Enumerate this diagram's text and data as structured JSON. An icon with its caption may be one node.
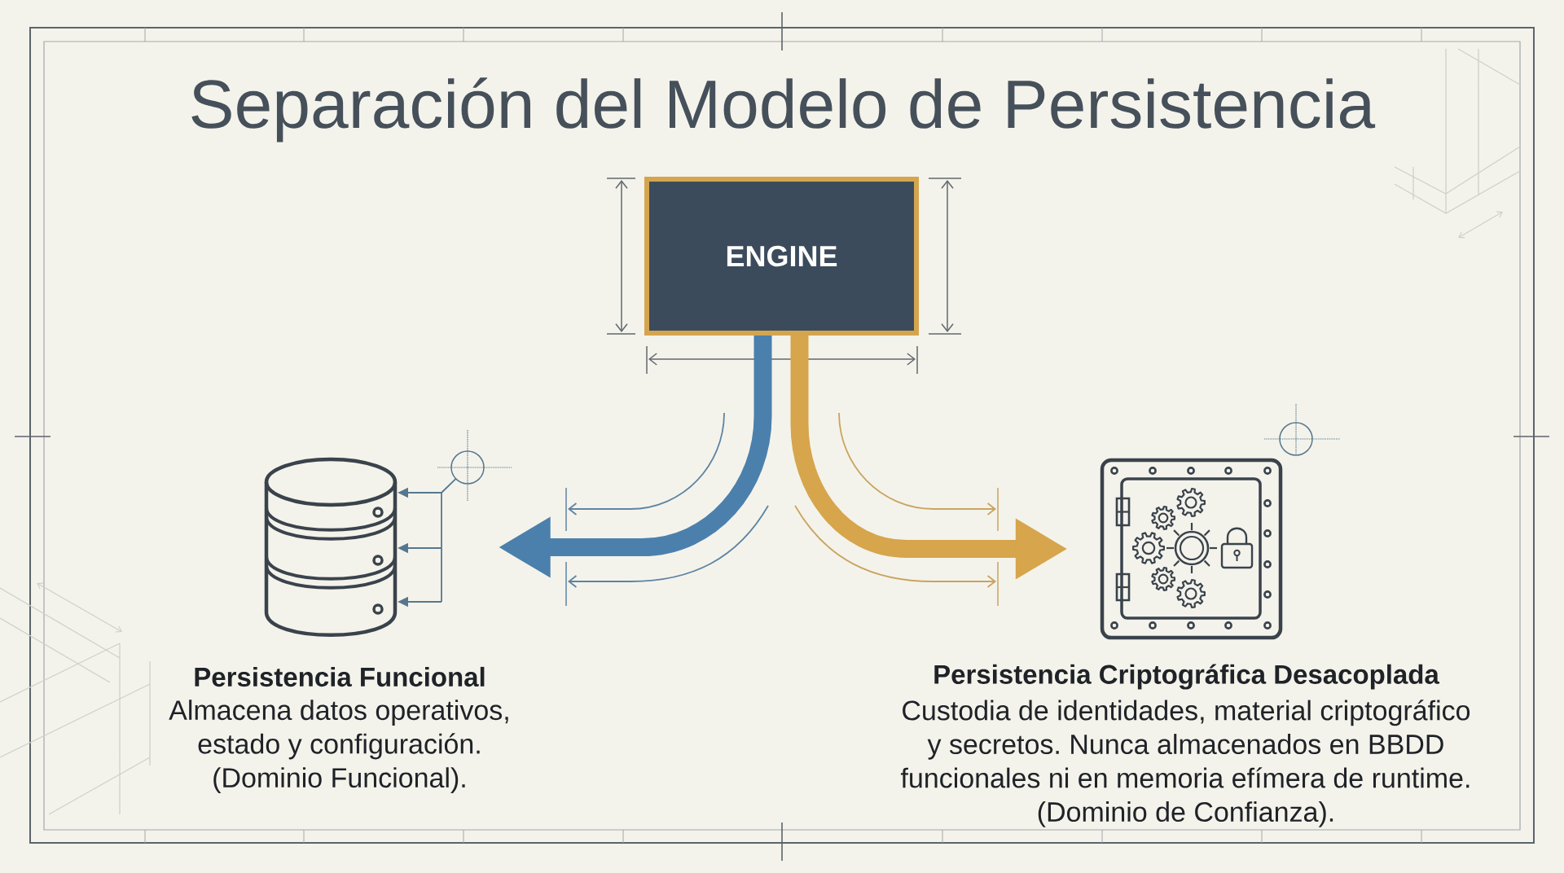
{
  "diagram": {
    "title": "Separación del Modelo de Persistencia",
    "nodes": [
      {
        "text": [
          "ENGINE"
        ]
      },
      {
        "text": [],
        "shape": "cylinder",
        "beside": [
          "Persistencia Funcional",
          "Almacena datos operativos, estado y configuración. (Dominio Funcional)."
        ]
      },
      {
        "text": [],
        "shape": "picture",
        "beside": [
          "Persistencia Criptográfica Desacoplada",
          "Custodia de identidades, material criptográfico y secretos. Nunca almacenados en BBDD funcionales ni en memoria efímera de runtime. (Dominio de Confianza)."
        ]
      }
    ],
    "edges": [
      {
        "from": 0,
        "to": 1,
        "arrow": "to",
        "color": "#4b80ad"
      },
      {
        "from": 0,
        "to": 2,
        "arrow": "to",
        "color": "#d6a54c"
      }
    ]
  }
}
